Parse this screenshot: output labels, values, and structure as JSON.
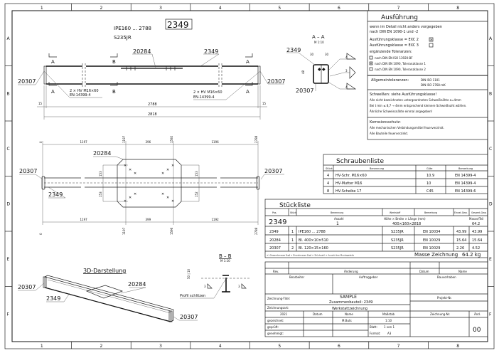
{
  "frame": {
    "columns": [
      "1",
      "2",
      "3",
      "4",
      "5",
      "6",
      "7",
      "8"
    ],
    "rows": [
      "A",
      "B",
      "C",
      "D",
      "E",
      "F"
    ]
  },
  "elevation": {
    "profile": "IPE160 ... 2788",
    "position": "2349",
    "material": "S235JR",
    "section_a": "A",
    "section_b": "B",
    "label_plate": "20284",
    "label_beam": "2349",
    "label_end_left": "20307",
    "label_end_right": "20307",
    "bolt_note_1": "2 × HV  M16×60",
    "bolt_note_2": "EN-14399-4",
    "dim_15": "15",
    "dim_inner": "2788",
    "dim_total": "2818"
  },
  "section_aa": {
    "title": "A – A",
    "scale": "M 1:10",
    "label_beam": "2349",
    "label_end": "20307",
    "dim_30": "30",
    "dim_48": "48",
    "weld_4": "4",
    "weld_3": "3"
  },
  "plan": {
    "label_plate": "20284",
    "label_beam": "2349",
    "label_end_left": "20307",
    "label_end_right": "20307",
    "top_dims": [
      "1197",
      "396",
      "1196"
    ],
    "top_ords": [
      "0",
      "1197",
      "1592",
      "2788"
    ],
    "bottom_dims": [
      "1197",
      "399",
      "1192"
    ],
    "bottom_ords": [
      "0",
      "1197",
      "1596",
      "2788"
    ],
    "side_dims": [
      "153",
      "153",
      "153",
      "152"
    ]
  },
  "view3d": {
    "title": "3D-Darstellung",
    "label_end_left": "20307",
    "label_plate": "20284",
    "label_beam": "2349",
    "label_end_right": "20307"
  },
  "section_bb": {
    "title": "B – B",
    "scale": "M 1:10",
    "dim_side": "50 | 10",
    "weld": "3",
    "note": "Profil schlitzen"
  },
  "execution": {
    "title": "Ausführung",
    "lines": [
      "wenn im Detail nicht anders vorgegeben",
      "nach DIN EN 1090-1 und -2"
    ],
    "classes": [
      {
        "label": "Ausführungsklasse = EXC 2",
        "checked": true
      },
      {
        "label": "Ausführungsklasse = EXC 3",
        "checked": false
      }
    ],
    "tolerance_title": "ergänzende Toleranzen:",
    "tolerances": [
      {
        "label": "nach DIN EN ISO 13920-BF",
        "checked": false
      },
      {
        "label": "nach DIN EN 1090, Toleranzklasse 1",
        "checked": true
      },
      {
        "label": "nach DIN EN 1090, Toleranzklasse 2",
        "checked": false
      }
    ],
    "general_label": "Allgemeintoleranzen:",
    "general_values": [
      "DIN ISO 1101",
      "DIN ISO 2768-mK"
    ],
    "welding": [
      "Schweißen:  siehe Ausführungsklasse!",
      "Alle nicht bezeichneten untergeordneten Schweißnähte a=4mm",
      "Bei t min ≤ 8,7 → 4mm entsprechend kleinere Schweißnaht wählen.",
      "Ähnliche Schweissnähte einmal angegeben!"
    ],
    "corrosion": [
      "Korrosionsschutz:",
      "Alle mechanischen Verbindungsmittel feuerverzinkt.",
      "Alle Bauteile feuerverzinkt."
    ]
  },
  "bolt_list": {
    "title": "Schraubenliste",
    "headers": [
      "Stück",
      "Benennung",
      "Güte",
      "Bemerkung"
    ],
    "rows": [
      [
        "4",
        "HV-Schr. M16×60",
        "10.9",
        "EN 14399-4"
      ],
      [
        "4",
        "HV-Mutter M16",
        "10",
        "EN 14399-4"
      ],
      [
        "8",
        "HV-Scheibe 17",
        "C45",
        "EN 14399-6"
      ]
    ]
  },
  "parts_list": {
    "title": "Stückliste",
    "headers": [
      "Pos.",
      "Stück",
      "Benennung",
      "Werkstoff",
      "Bemerkung",
      "Einzel-Gew.",
      "Gesamt-Gew."
    ],
    "assembly": {
      "pos": "2349",
      "count_label": "Anzahl",
      "count": "1",
      "dims_label": "Höhe × Breite × Länge (mm)",
      "dims": "400×160×2818",
      "mass_label": "Masse/Teil",
      "mass": "64.2"
    },
    "rows": [
      [
        "2349",
        "1",
        "IPE160 ... 2788",
        "S235JR",
        "EN 10034",
        "43.99",
        "43.99"
      ],
      [
        "20284",
        "1",
        "Bl. 400×10×510",
        "S235JR",
        "EN 10029",
        "15.64",
        "15.64"
      ],
      [
        "20307",
        "2",
        "Bl. 120×15×160",
        "S235JR",
        "EN 10029",
        "2.26",
        "4.52"
      ]
    ],
    "footnote": "×) Gesamtmasse [kg] = Einzelmasse [kg] × Stückzahl × Anzahl des Montageteils",
    "total_label": "Masse Zeichnung",
    "total": "64.2 kg"
  },
  "title_block": {
    "rev": "Rev.",
    "change": "Änderung",
    "date": "Datum",
    "name": "Name",
    "editor": "Bearbeiter",
    "client": "Auftraggeber",
    "project": "Bauvorhaben",
    "drawing_title_label": "Zeichnung-Titel:",
    "drawing_title_1": "SAMPLE",
    "drawing_title_2": "Zusammenbauteil: 2349",
    "project_no": "Projekt-Nr.",
    "drawing_type_label": "Zeichnungsart:",
    "drawing_type": "Werkstattzeichnung",
    "year": "2021",
    "col_date": "Datum",
    "col_name": "Name",
    "scale_label": "Maßstab",
    "scale": "1:10",
    "drawing_no": "Zeichnung-Nr.",
    "revision_label": "Änd.",
    "revision": "00",
    "drawn": "gezeichnet:",
    "drawn_by": "M.Buts",
    "checked": "geprüft:",
    "approved": "genehmigt:",
    "sheet_label": "Blatt:",
    "sheet": "1 von 1",
    "format_label": "Format:",
    "format": "A3"
  }
}
